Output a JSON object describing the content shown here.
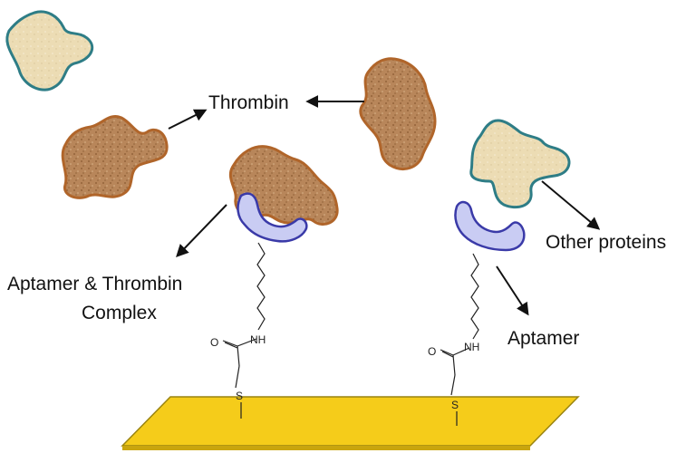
{
  "labels": {
    "thrombin": "Thrombin",
    "complex_line1": "Aptamer & Thrombin",
    "complex_line2": "Complex",
    "other_proteins": "Other proteins",
    "aptamer": "Aptamer"
  },
  "chemistry": {
    "oxygen": "O",
    "amine": "NH",
    "sulfur": "S"
  },
  "colors": {
    "thrombin_fill": "#b8865a",
    "thrombin_stroke": "#b0652a",
    "other_fill": "#ecdcb4",
    "other_stroke": "#2e7d86",
    "aptamer_fill": "#c9ccf3",
    "aptamer_stroke": "#3a3aa8",
    "gold_top": "#f5cc1a",
    "gold_edge": "#9a8410",
    "arrow": "#111111"
  }
}
